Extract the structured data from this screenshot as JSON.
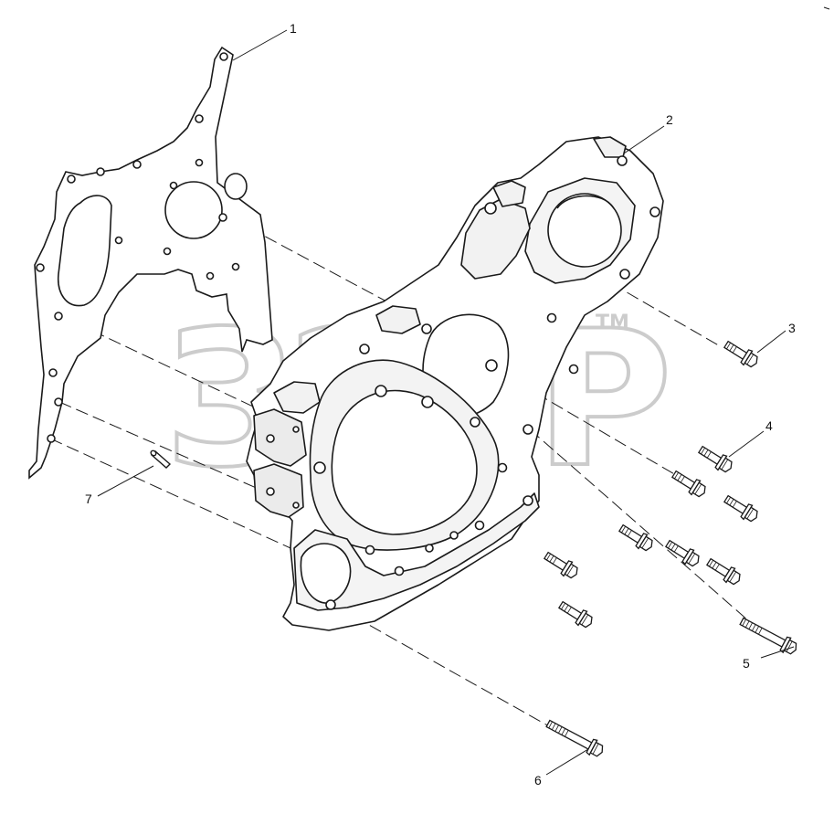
{
  "watermark": {
    "text": "ЗЭТР",
    "tm": "TM",
    "color": "#c9c9c9"
  },
  "callouts": [
    {
      "id": "callout-1",
      "label": "1",
      "part": "gasket"
    },
    {
      "id": "callout-2",
      "label": "2",
      "part": "front-cover"
    },
    {
      "id": "callout-3",
      "label": "3",
      "part": "bolt"
    },
    {
      "id": "callout-4",
      "label": "4",
      "part": "bolt"
    },
    {
      "id": "callout-5",
      "label": "5",
      "part": "long-bolt"
    },
    {
      "id": "callout-6",
      "label": "6",
      "part": "long-bolt"
    },
    {
      "id": "callout-7",
      "label": "7",
      "part": "dowel-pin"
    }
  ],
  "colors": {
    "line": "#1a1a1a",
    "fill": "#ffffff",
    "shade": "#e9e9e9"
  }
}
